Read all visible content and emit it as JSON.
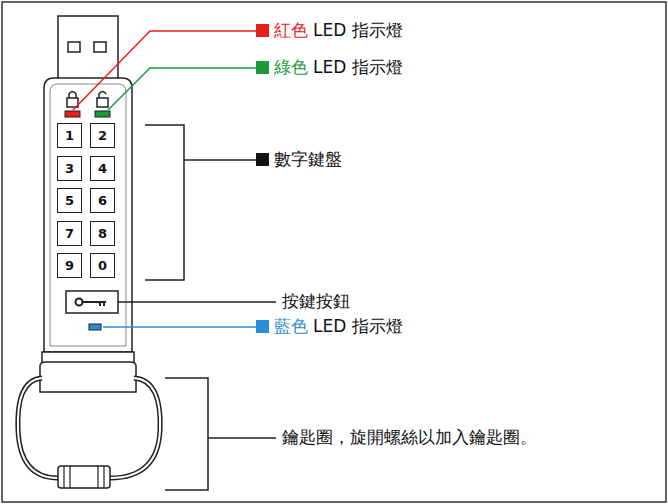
{
  "diagram": {
    "nodes": [
      {
        "text": [
          "1"
        ]
      },
      {
        "text": [
          "2"
        ]
      },
      {
        "text": [
          "3"
        ]
      },
      {
        "text": [
          "4"
        ]
      },
      {
        "text": [
          "5"
        ]
      },
      {
        "text": [
          "6"
        ]
      },
      {
        "text": [
          "7"
        ]
      },
      {
        "text": [
          "8"
        ]
      },
      {
        "text": [
          "9"
        ]
      },
      {
        "text": [
          "0"
        ]
      }
    ],
    "labels": [
      "紅色",
      "LED 指示燈",
      "綠色",
      "LED 指示燈",
      "數字鍵盤",
      "按鍵按鈕",
      "藍色",
      "LED 指示燈",
      "鑰匙圈，旋開螺絲以加入鑰匙圈。"
    ]
  }
}
